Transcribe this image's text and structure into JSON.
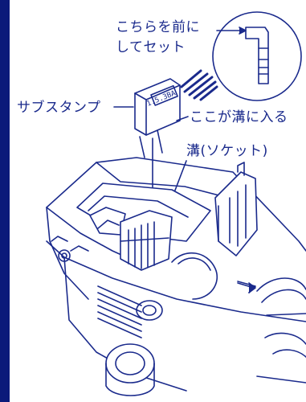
{
  "colors": {
    "ink": "#1a2a8c",
    "border": "#0b1a7a",
    "paper": "#ffffff"
  },
  "labels": {
    "front_side_line1": "こちらを前に",
    "front_side_line2": "してセット",
    "sub_stamp": "サブスタンプ",
    "groove_entry": "ここが溝に入る",
    "groove_socket": "溝(ソケット)",
    "stamp_face": "1.5.3BA"
  }
}
